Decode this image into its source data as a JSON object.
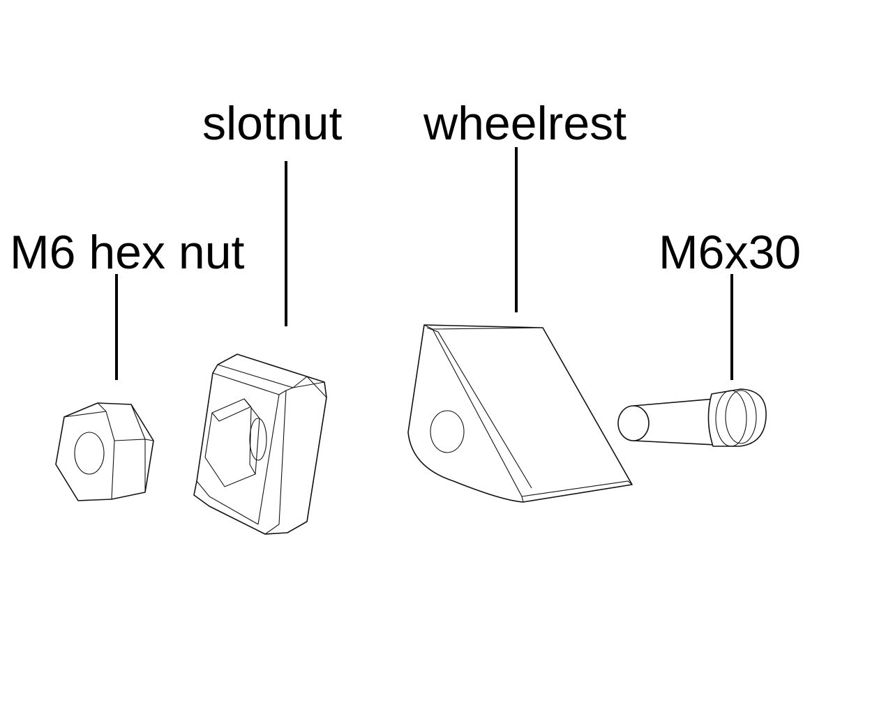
{
  "labels": {
    "hex_nut": "M6 hex nut",
    "slot_nut": "slotnut",
    "wheel_rest": "wheelrest",
    "bolt": "M6x30"
  },
  "colors": {
    "line": "#000000",
    "background": "#ffffff"
  }
}
